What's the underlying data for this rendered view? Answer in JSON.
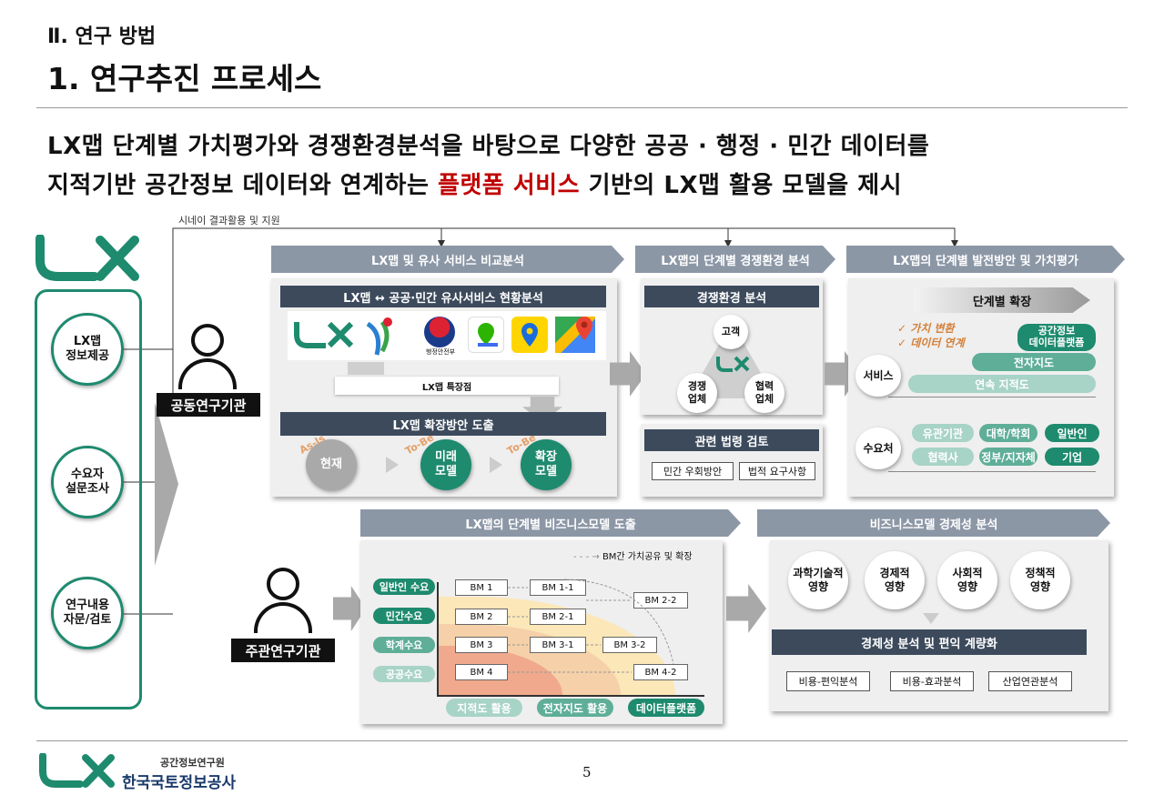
{
  "header": {
    "section": "Ⅱ. 연구 방법",
    "title": "1. 연구추진 프로세스",
    "line1": "LX맵 단계별 가치평가와 경쟁환경분석을 바탕으로 다양한 공공 · 행정 · 민간 데이터를",
    "line2_a": "지적기반 공간정보 데이터와 연계하는",
    "line2_highlight": "플랫폼 서비스",
    "line2_b": "기반의 LX맵 활용 모델을 제시"
  },
  "feedback_label": "시네이 결과활용 및 지원",
  "left": {
    "items": [
      "LX맵\n정보제공",
      "수요자\n설문조사",
      "연구내용\n자문/검토"
    ]
  },
  "roles": {
    "joint": "공동연구기관",
    "lead": "주관연구기관"
  },
  "banners": {
    "b1": "LX맵 및 유사 서비스 비교분석",
    "b2": "LX맵의 단계별 경쟁환경 분석",
    "b3": "LX맵의 단계별 발전방안 및 가치평가",
    "b4": "LX맵의 단계별 비즈니스모델 도출",
    "b5": "비즈니스모델 경제성 분석"
  },
  "p1": {
    "header": "LX맵 ↔ 공공·민간 유사서비스 현황분석",
    "ministry_label": "행정안전부",
    "feature": "LX맵 특장점",
    "expansion": "LX맵 확장방안 도출",
    "current": "현재",
    "future": "미래\n모델",
    "expand": "확장\n모델",
    "as_is": "As-Is",
    "to_be1": "To-Be",
    "to_be2": "To-Be"
  },
  "p2": {
    "header": "경쟁환경 분석",
    "customer": "고객",
    "competitor": "경쟁\n업체",
    "partner": "협력\n업체",
    "law_header": "관련 법령 검토",
    "law1": "민간 우회방안",
    "law2": "법적 요구사항"
  },
  "p3": {
    "stage": "단계별 확장",
    "check1": "✓ 가치 변환",
    "check2": "✓ 데이터 연계",
    "service": "서비스",
    "demand": "수요처",
    "platform": "공간정보\n데이터플랫폼",
    "ecad": "전자지도",
    "cont": "연속 지적도",
    "demand_items": [
      "유관기관",
      "대학/학회",
      "일반인",
      "협력사",
      "정부/지자체",
      "기업"
    ]
  },
  "p4": {
    "legend": "BM간 가치공유 및 확장",
    "rows": [
      "일반인 수요",
      "민간수요",
      "학계수요",
      "공공수요"
    ],
    "bms": [
      "BM 1",
      "BM 1-1",
      "BM 2-2",
      "BM 2",
      "BM 2-1",
      "BM 3",
      "BM 3-1",
      "BM 3-2",
      "BM 4",
      "BM 4-2"
    ],
    "bottom": [
      "지적도 활용",
      "전자지도 활용",
      "데이터플랫폼"
    ]
  },
  "p5": {
    "impacts": [
      "과학기술적\n영향",
      "경제적\n영향",
      "사회적\n영향",
      "정책적\n영향"
    ],
    "bar": "경제성 분석 및 편익 계량화",
    "methods": [
      "비용-편익분석",
      "비용-효과분석",
      "산업연관분석"
    ]
  },
  "footer": {
    "org1": "공간정보연구원",
    "org2": "한국국토정보공사",
    "page": "5"
  },
  "colors": {
    "lx_green": "#1e8a6e",
    "navy": "#3c4a5c",
    "banner": "#8c97a6",
    "highlight_red": "#c00000"
  }
}
